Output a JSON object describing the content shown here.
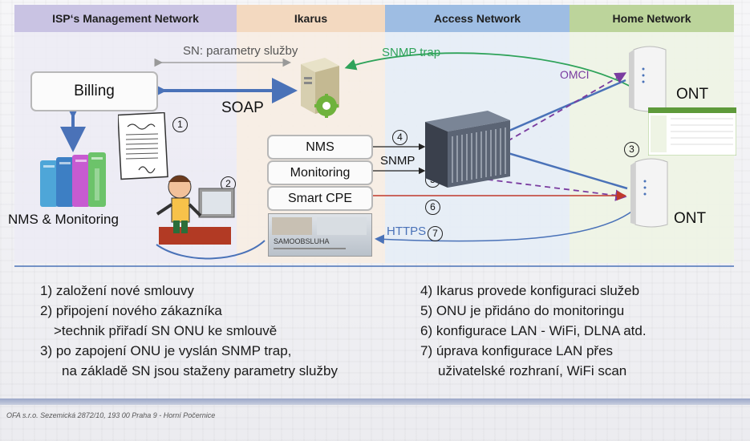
{
  "columns": [
    {
      "title": "ISP‘s Management Network",
      "head_color": "#c9c3e3",
      "body_color": "#ecebf5"
    },
    {
      "title": "Ikarus",
      "head_color": "#f3d9c0",
      "body_color": "#f7ede3"
    },
    {
      "title": "Access Network",
      "head_color": "#9ebde3",
      "body_color": "#e6edf6"
    },
    {
      "title": "Home Network",
      "head_color": "#bcd49b",
      "body_color": "#eef4e4"
    }
  ],
  "boxes": {
    "billing": "Billing",
    "nms": "NMS",
    "monitoring": "Monitoring",
    "smart_cpe": "Smart CPE"
  },
  "labels": {
    "sn_params": "SN: parametry služby",
    "snmp_trap": "SNMP trap",
    "soap": "SOAP",
    "omci": "OMCI",
    "ont_top": "ONT",
    "ont_bottom": "ONT",
    "snmp": "SNMP",
    "https": "HTTPS",
    "nms_monitoring": "NMS & Monitoring",
    "samoobsluha": "SAMOOBSLUHA"
  },
  "step_numbers": [
    "①",
    "②",
    "③",
    "④",
    "⑤",
    "⑥",
    "⑦"
  ],
  "legend_left": [
    "1) založení nové smlouvy",
    "2) připojení nového zákazníka",
    ">technik přiřadí SN ONU ke smlouvě",
    "3) po zapojení ONU je vyslán SNMP trap,",
    "na základě SN jsou staženy parametry služby"
  ],
  "legend_right": [
    "4) Ikarus provede konfiguraci služeb",
    "5) ONU je přidáno do monitoringu",
    "6) konfigurace LAN - WiFi, DLNA atd.",
    "7) úprava konfigurace LAN přes",
    "uživatelské rozhraní, WiFi scan"
  ],
  "footer": "OFA s.r.o. Sezemická 2872/10, 193 00 Praha 9 - Horní Počernice",
  "colors": {
    "soap_arrow": "#4a72b8",
    "snmp_trap_arrow": "#2fa35a",
    "omci_arrow": "#7a3ca0",
    "smart_cpe_arrow": "#c0392b",
    "fiber_line": "#4a72b8",
    "https_arrow": "#4a72b8"
  },
  "icons": [
    "server-cabinets-icon",
    "contract-document-icon",
    "technician-icon",
    "ikarus-server-icon",
    "olt-chassis-icon",
    "ont-router-icon",
    "web-portal-icon"
  ]
}
